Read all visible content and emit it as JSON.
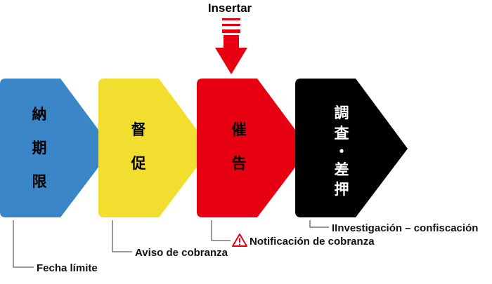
{
  "insert_label": "Insertar",
  "colors": {
    "stage1": "#3b86c8",
    "stage2": "#f1de2e",
    "stage3": "#e60012",
    "stage4": "#000000",
    "arrow": "#e60012",
    "line": "#333333"
  },
  "stages": [
    {
      "chars": [
        "納",
        "期",
        "限"
      ],
      "label": "Fecha límite"
    },
    {
      "chars": [
        "督",
        "促"
      ],
      "label": "Aviso de cobranza"
    },
    {
      "chars": [
        "催",
        "告"
      ],
      "label": "Notificación de cobranza",
      "warning_icon": "warning-triangle-icon"
    },
    {
      "chars": [
        "調",
        "査",
        "・",
        "差",
        "押"
      ],
      "label": "IInvestigación – confiscación"
    }
  ]
}
